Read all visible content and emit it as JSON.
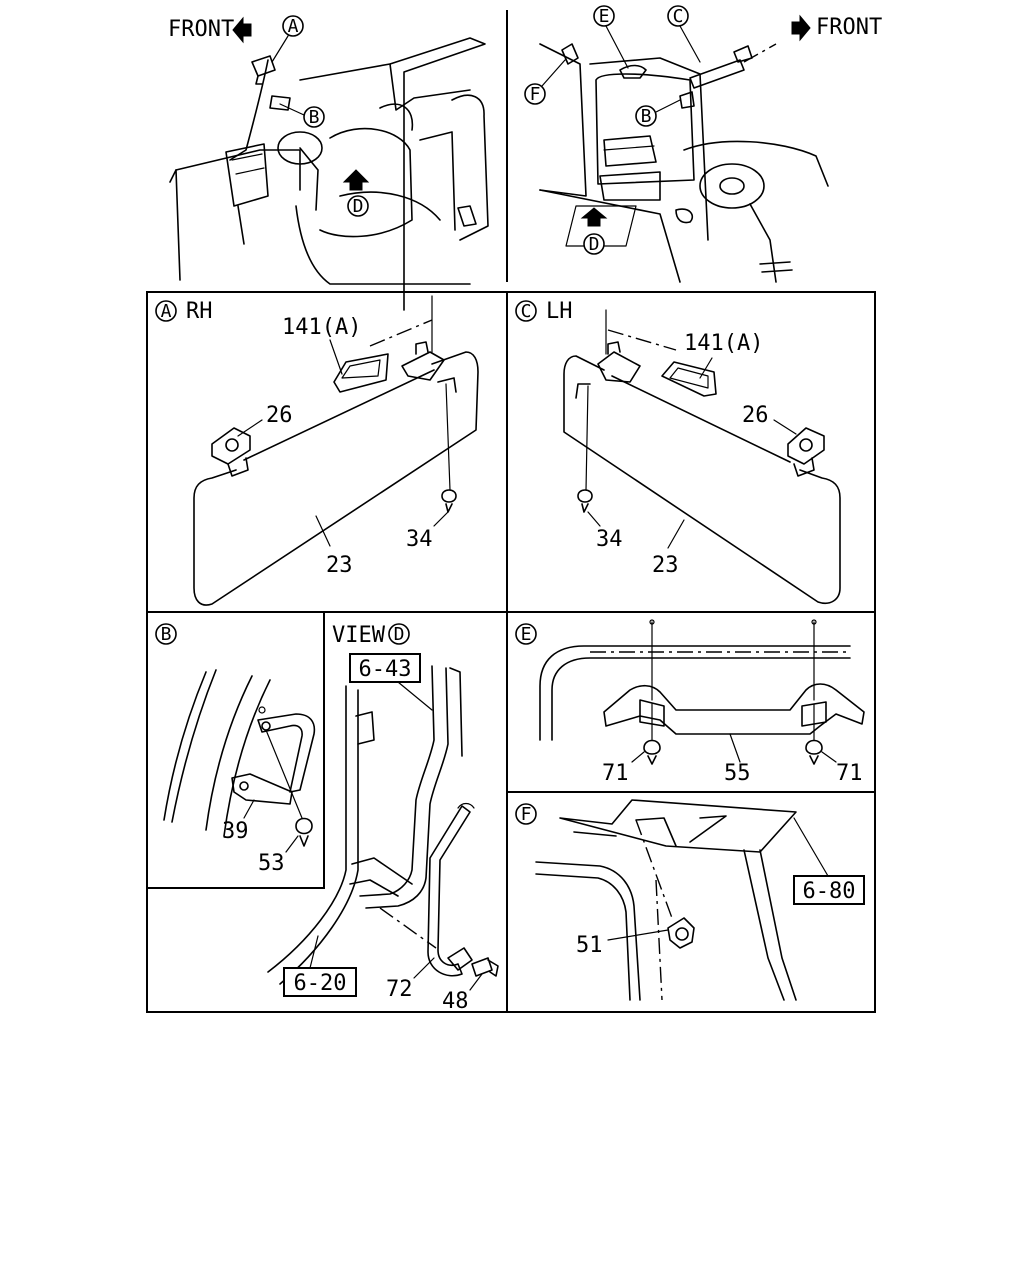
{
  "overview_left": {
    "front_label": "FRONT",
    "callouts": [
      "A",
      "B",
      "D"
    ]
  },
  "overview_right": {
    "front_label": "FRONT",
    "callouts": [
      "E",
      "C",
      "B",
      "F",
      "D"
    ]
  },
  "panel_a": {
    "letter": "A",
    "side": "RH",
    "parts": {
      "p141": "141(A)",
      "p26": "26",
      "p34": "34",
      "p23": "23"
    }
  },
  "panel_c": {
    "letter": "C",
    "side": "LH",
    "parts": {
      "p141": "141(A)",
      "p26": "26",
      "p34": "34",
      "p23": "23"
    }
  },
  "panel_b": {
    "letter": "B",
    "parts": {
      "p39": "39",
      "p53": "53"
    }
  },
  "panel_d": {
    "view_label": "VIEW",
    "letter": "D",
    "refs": {
      "r643": "6-43",
      "r620": "6-20"
    },
    "parts": {
      "p72": "72",
      "p48": "48"
    }
  },
  "panel_e": {
    "letter": "E",
    "parts": {
      "p71_left": "71",
      "p55": "55",
      "p71_right": "71"
    }
  },
  "panel_f": {
    "letter": "F",
    "refs": {
      "r680": "6-80"
    },
    "parts": {
      "p51": "51"
    }
  }
}
